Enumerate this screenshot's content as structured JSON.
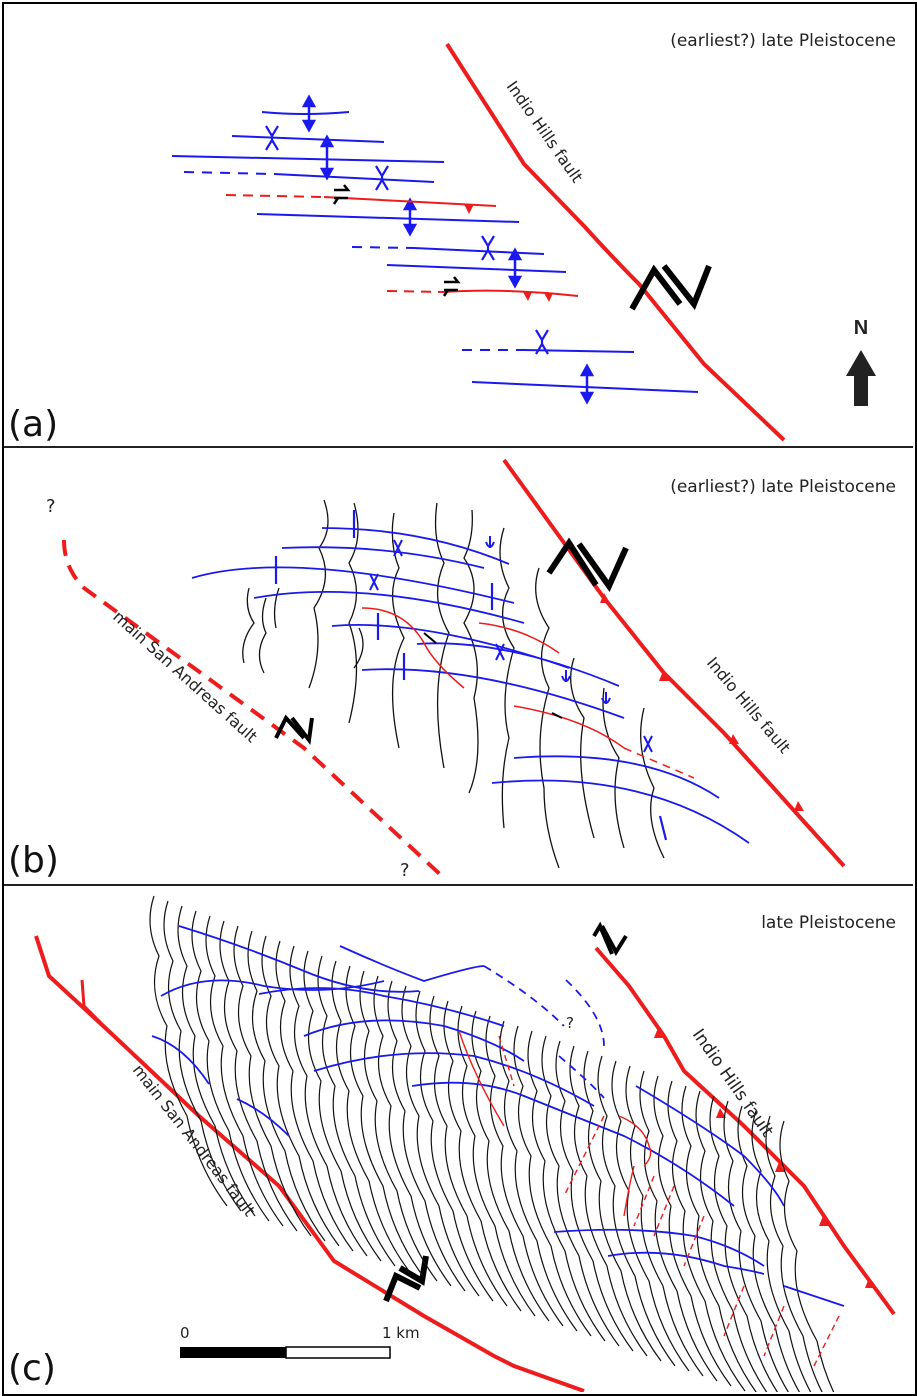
{
  "figure": {
    "panels": [
      {
        "id": "a",
        "label": "(a)",
        "age": "(earliest?) late Pleistocene",
        "faults": [
          "Indio Hills fault"
        ],
        "north_label": "N"
      },
      {
        "id": "b",
        "label": "(b)",
        "age": "(earliest?) late Pleistocene",
        "faults": [
          "main San Andreas fault",
          "Indio Hills fault"
        ],
        "uncertain_marks": [
          "?",
          "?"
        ]
      },
      {
        "id": "c",
        "label": "(c)",
        "age": "late Pleistocene",
        "faults": [
          "main San Andreas fault",
          "Indio Hills fault"
        ],
        "uncertain_marks": [
          "?"
        ],
        "scale_bar": {
          "start": "0",
          "end": "1 km"
        }
      }
    ],
    "colors": {
      "fault": "#ee1c1c",
      "fold_axis": "#1a1aee",
      "bedding": "#111111",
      "frame": "#000000"
    }
  }
}
